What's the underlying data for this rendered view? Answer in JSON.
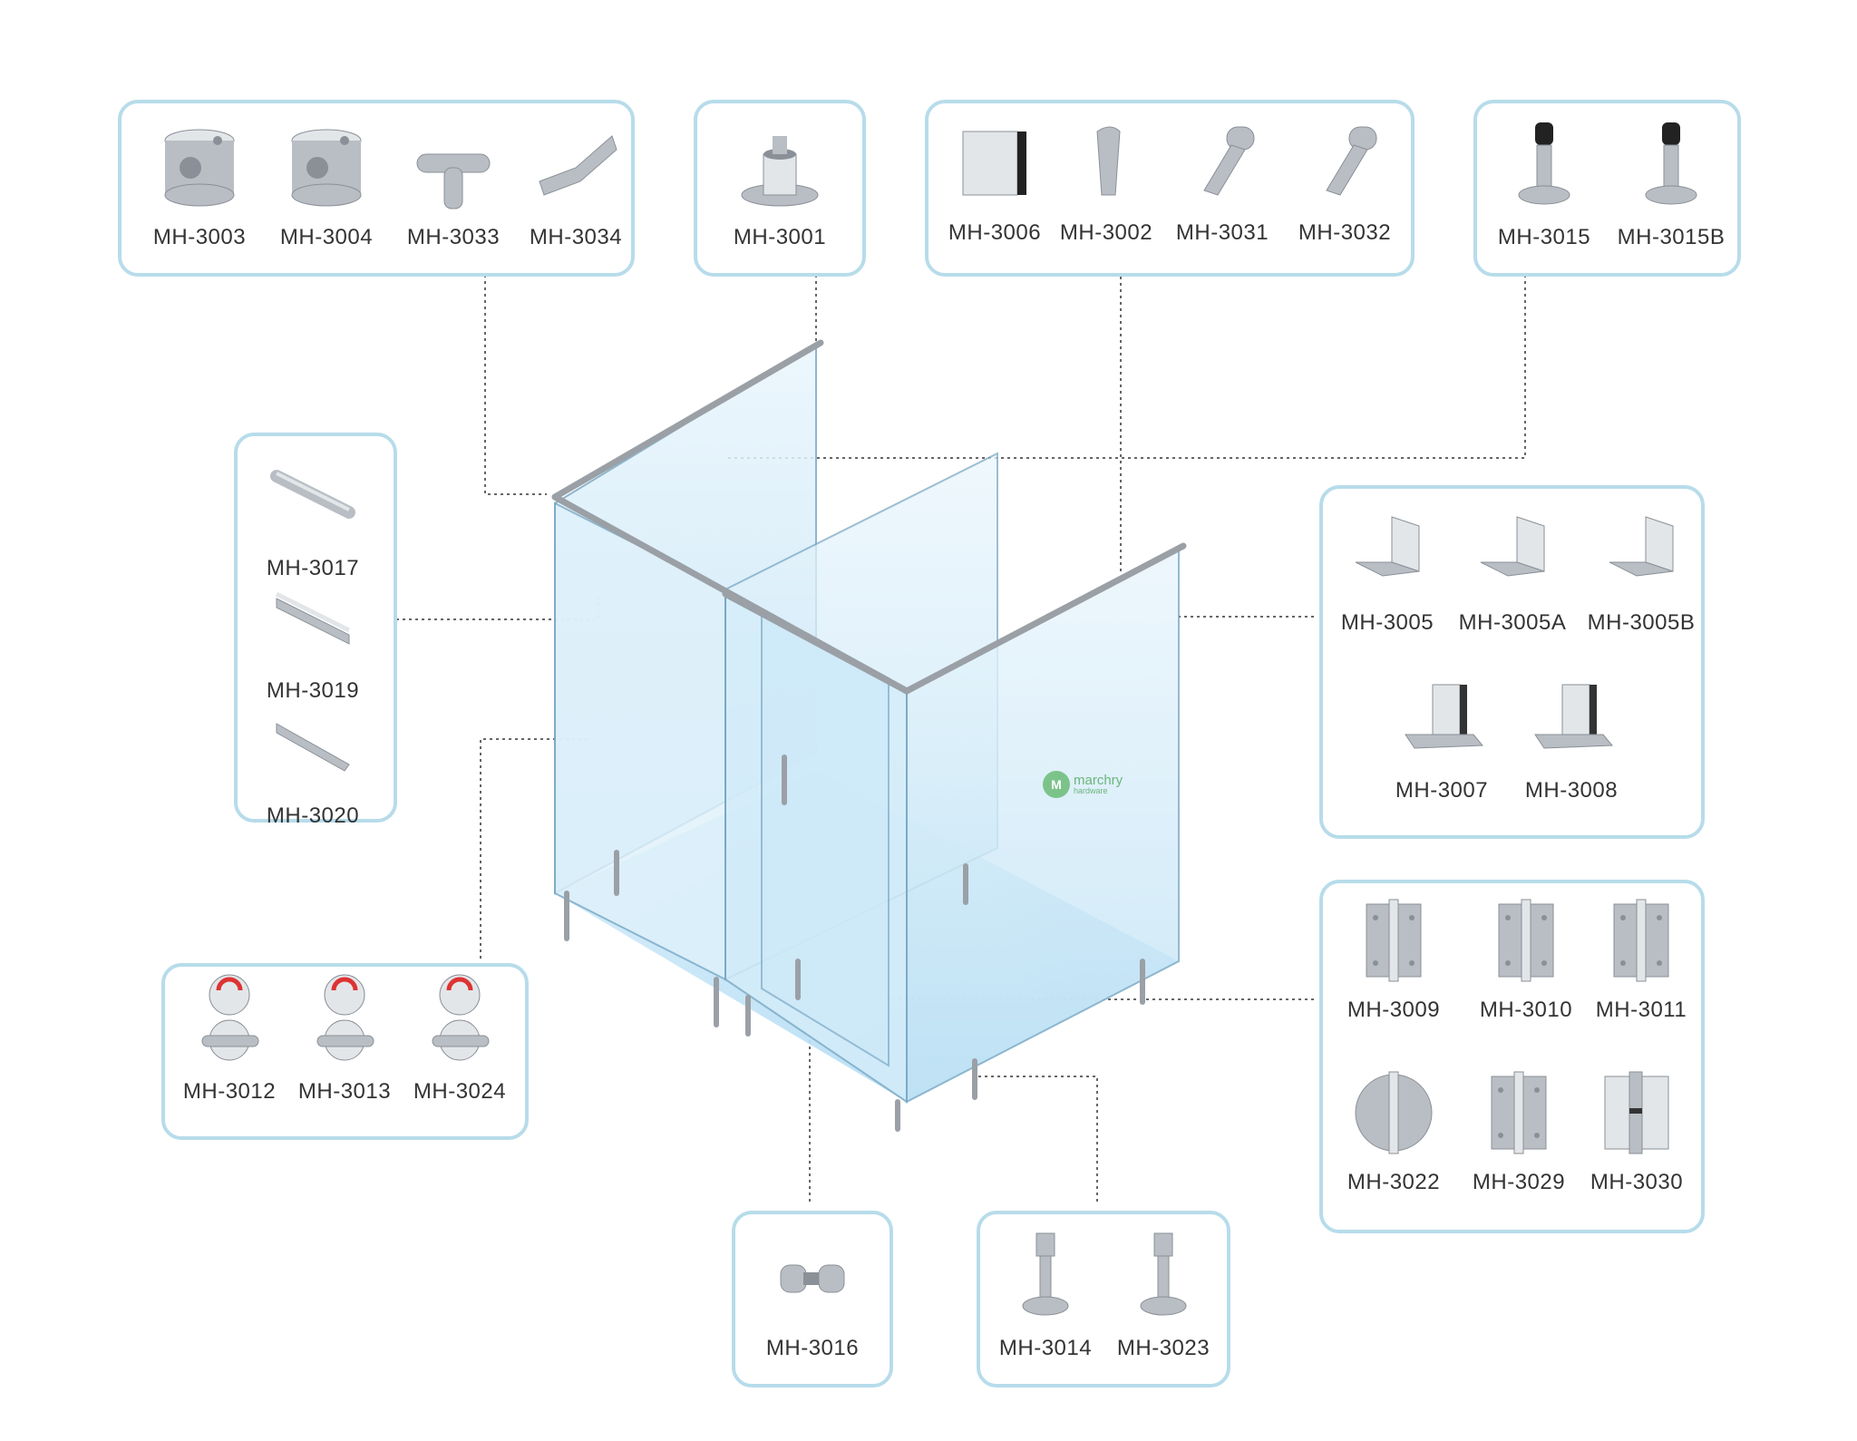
{
  "brand": {
    "name": "marchry",
    "sub": "hardware",
    "mark": "M",
    "color": "#7cc38a"
  },
  "colors": {
    "box_border": "#b7dcea",
    "glass": "#cfe9f7",
    "metal": "#b9bec4"
  },
  "groups": [
    {
      "id": "g1",
      "parts": [
        {
          "code": "MH-3003",
          "icon": "cylinder-connector-icon"
        },
        {
          "code": "MH-3004",
          "icon": "cylinder-connector-icon"
        },
        {
          "code": "MH-3033",
          "icon": "tee-connector-icon"
        },
        {
          "code": "MH-3034",
          "icon": "elbow-connector-icon"
        }
      ]
    },
    {
      "id": "g2",
      "parts": [
        {
          "code": "MH-3001",
          "icon": "ceiling-support-icon"
        }
      ]
    },
    {
      "id": "g3",
      "parts": [
        {
          "code": "MH-3006",
          "icon": "glass-clamp-icon"
        },
        {
          "code": "MH-3002",
          "icon": "tube-bracket-icon"
        },
        {
          "code": "MH-3031",
          "icon": "rail-bracket-icon"
        },
        {
          "code": "MH-3032",
          "icon": "rail-bracket-icon"
        }
      ]
    },
    {
      "id": "g4",
      "parts": [
        {
          "code": "MH-3015",
          "icon": "door-stopper-icon"
        },
        {
          "code": "MH-3015B",
          "icon": "door-stopper-icon"
        }
      ]
    },
    {
      "id": "g5",
      "parts": [
        {
          "code": "MH-3017",
          "icon": "round-tube-icon"
        },
        {
          "code": "MH-3019",
          "icon": "u-channel-icon"
        },
        {
          "code": "MH-3020",
          "icon": "angle-profile-icon"
        }
      ]
    },
    {
      "id": "g6",
      "parts": [
        {
          "code": "MH-3005",
          "icon": "angle-bracket-icon"
        },
        {
          "code": "MH-3005A",
          "icon": "angle-bracket-icon"
        },
        {
          "code": "MH-3005B",
          "icon": "angle-bracket-icon"
        },
        {
          "code": "MH-3007",
          "icon": "u-bracket-icon"
        },
        {
          "code": "MH-3008",
          "icon": "u-bracket-icon"
        }
      ]
    },
    {
      "id": "g7",
      "parts": [
        {
          "code": "MH-3012",
          "icon": "indicator-lock-icon"
        },
        {
          "code": "MH-3013",
          "icon": "indicator-lock-icon"
        },
        {
          "code": "MH-3024",
          "icon": "indicator-lock-icon"
        }
      ]
    },
    {
      "id": "g8",
      "parts": [
        {
          "code": "MH-3009",
          "icon": "hinge-icon"
        },
        {
          "code": "MH-3010",
          "icon": "hinge-icon"
        },
        {
          "code": "MH-3011",
          "icon": "hinge-icon"
        },
        {
          "code": "MH-3022",
          "icon": "round-hinge-icon"
        },
        {
          "code": "MH-3029",
          "icon": "hinge-icon"
        },
        {
          "code": "MH-3030",
          "icon": "glass-hinge-icon"
        }
      ]
    },
    {
      "id": "g9",
      "parts": [
        {
          "code": "MH-3016",
          "icon": "knob-handle-icon"
        }
      ]
    },
    {
      "id": "g10",
      "parts": [
        {
          "code": "MH-3014",
          "icon": "support-leg-icon"
        },
        {
          "code": "MH-3023",
          "icon": "support-leg-icon"
        }
      ]
    }
  ]
}
